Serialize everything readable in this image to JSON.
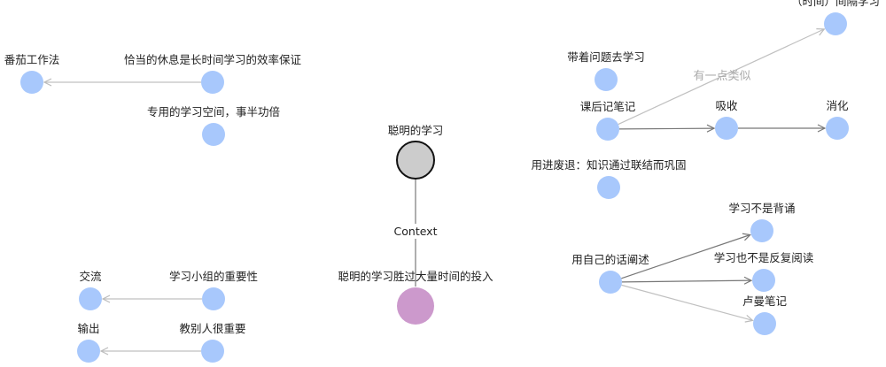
{
  "colors": {
    "node": "#a8c8fc",
    "root": "#cccccc",
    "target": "#cc99cc",
    "edge_dark": "#777777",
    "edge_light": "#c0c0c0"
  },
  "nodes": [
    {
      "id": "tomato",
      "label": "番茄工作法",
      "kind": "node"
    },
    {
      "id": "rest",
      "label": "恰当的休息是长时间学习的效率保证",
      "kind": "node"
    },
    {
      "id": "space",
      "label": "专用的学习空间，事半功倍",
      "kind": "node"
    },
    {
      "id": "smart",
      "label": "聪明的学习",
      "kind": "root"
    },
    {
      "id": "smartwins",
      "label": "聪明的学习胜过大量时间的投入",
      "kind": "target"
    },
    {
      "id": "talk",
      "label": "交流",
      "kind": "node"
    },
    {
      "id": "group",
      "label": "学习小组的重要性",
      "kind": "node"
    },
    {
      "id": "output",
      "label": "输出",
      "kind": "node"
    },
    {
      "id": "teach",
      "label": "教别人很重要",
      "kind": "node"
    },
    {
      "id": "spaced",
      "label": "（时间）间隔学习",
      "kind": "node"
    },
    {
      "id": "question",
      "label": "带着问题去学习",
      "kind": "node"
    },
    {
      "id": "notes",
      "label": "课后记笔记",
      "kind": "node"
    },
    {
      "id": "absorb",
      "label": "吸收",
      "kind": "node"
    },
    {
      "id": "digest",
      "label": "消化",
      "kind": "node"
    },
    {
      "id": "useit",
      "label": "用进废退：知识通过联结而巩固",
      "kind": "node"
    },
    {
      "id": "notrote",
      "label": "学习不是背诵",
      "kind": "node"
    },
    {
      "id": "notreread",
      "label": "学习也不是反复阅读",
      "kind": "node"
    },
    {
      "id": "luhmann",
      "label": "卢曼笔记",
      "kind": "node"
    },
    {
      "id": "ownwords",
      "label": "用自己的话阐述",
      "kind": "node"
    }
  ],
  "edges": [
    {
      "from": "rest",
      "to": "tomato",
      "style": "light",
      "arrow": true
    },
    {
      "from": "group",
      "to": "talk",
      "style": "light",
      "arrow": true
    },
    {
      "from": "teach",
      "to": "output",
      "style": "light",
      "arrow": true
    },
    {
      "from": "smart",
      "to": "smartwins",
      "style": "dark",
      "arrow": false,
      "label": "Context"
    },
    {
      "from": "notes",
      "to": "spaced",
      "style": "light",
      "arrow": true,
      "label": "有一点类似"
    },
    {
      "from": "notes",
      "to": "absorb",
      "style": "dark",
      "arrow": true
    },
    {
      "from": "absorb",
      "to": "digest",
      "style": "dark",
      "arrow": true
    },
    {
      "from": "ownwords",
      "to": "notrote",
      "style": "dark",
      "arrow": true
    },
    {
      "from": "ownwords",
      "to": "notreread",
      "style": "dark",
      "arrow": true
    },
    {
      "from": "ownwords",
      "to": "luhmann",
      "style": "light",
      "arrow": true
    }
  ]
}
